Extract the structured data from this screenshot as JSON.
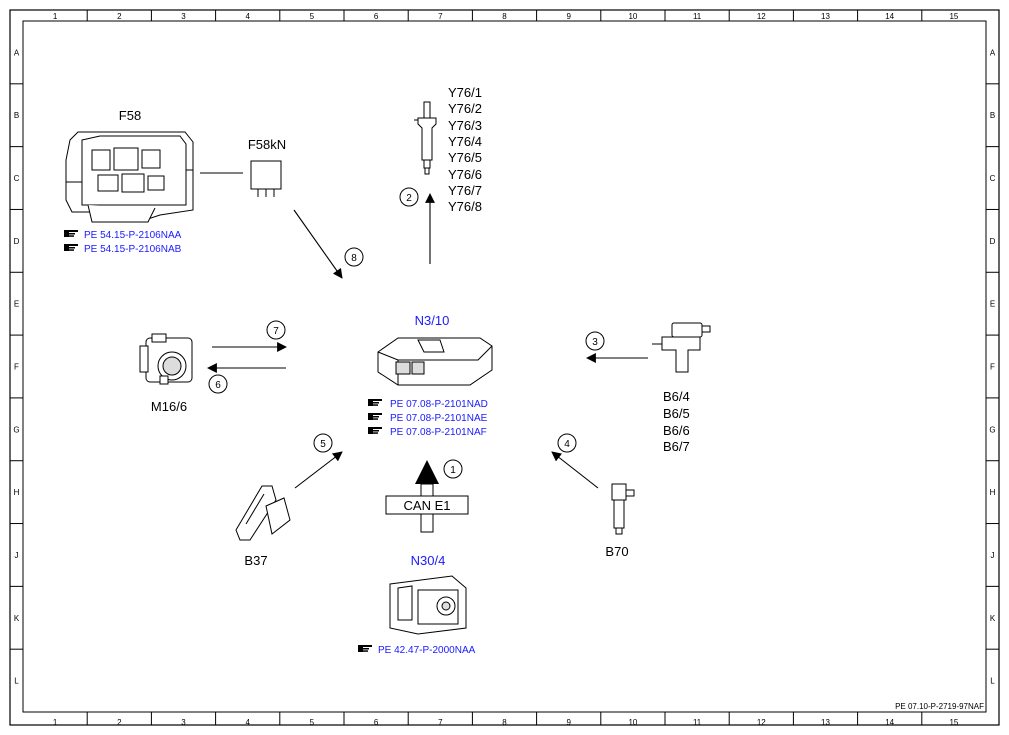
{
  "border": {
    "columns": [
      "1",
      "2",
      "3",
      "4",
      "5",
      "6",
      "7",
      "8",
      "9",
      "10",
      "11",
      "12",
      "13",
      "14",
      "15"
    ],
    "rows": [
      "A",
      "B",
      "C",
      "D",
      "E",
      "F",
      "G",
      "H",
      "J",
      "K",
      "L"
    ]
  },
  "components": {
    "f58": {
      "label": "F58",
      "refs": [
        "PE 54.15-P-2106NAA",
        "PE 54.15-P-2106NAB"
      ]
    },
    "f58kn": {
      "label": "F58kN"
    },
    "y76": {
      "labels": [
        "Y76/1",
        "Y76/2",
        "Y76/3",
        "Y76/4",
        "Y76/5",
        "Y76/6",
        "Y76/7",
        "Y76/8"
      ]
    },
    "n3_10": {
      "label": "N3/10",
      "refs": [
        "PE 07.08-P-2101NAD",
        "PE 07.08-P-2101NAE",
        "PE 07.08-P-2101NAF"
      ]
    },
    "m16_6": {
      "label": "M16/6"
    },
    "b6": {
      "labels": [
        "B6/4",
        "B6/5",
        "B6/6",
        "B6/7"
      ]
    },
    "b37": {
      "label": "B37"
    },
    "b70": {
      "label": "B70"
    },
    "n30_4": {
      "label": "N30/4",
      "refs": [
        "PE 42.47-P-2000NAA"
      ]
    },
    "can": {
      "label": "CAN E1"
    }
  },
  "arrows": [
    "1",
    "2",
    "3",
    "4",
    "5",
    "6",
    "7",
    "8"
  ],
  "colors": {
    "link_blue": "#1a1aff",
    "line": "#000000"
  },
  "icons": {
    "reference": "pointing-hand-icon"
  },
  "footer": {
    "doc_ref": "PE 07.10-P-2719-97NAF"
  }
}
